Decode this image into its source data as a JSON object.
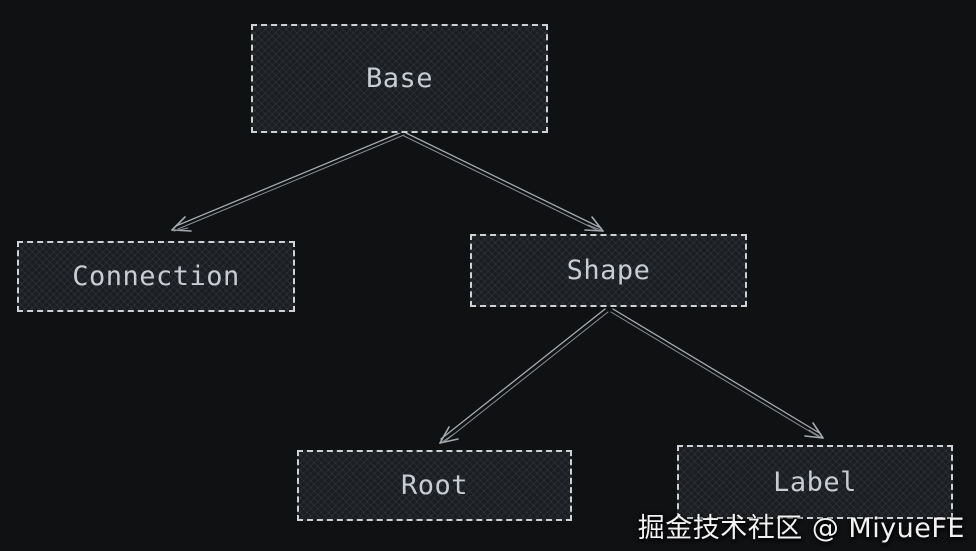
{
  "diagram": {
    "nodes": {
      "base": {
        "label": "Base"
      },
      "connection": {
        "label": "Connection"
      },
      "shape": {
        "label": "Shape"
      },
      "root": {
        "label": "Root"
      },
      "label": {
        "label": "Label"
      }
    },
    "edges": [
      {
        "from": "Base",
        "to": "Connection"
      },
      {
        "from": "Base",
        "to": "Shape"
      },
      {
        "from": "Shape",
        "to": "Root"
      },
      {
        "from": "Shape",
        "to": "Label"
      }
    ]
  },
  "watermark": {
    "text": "掘金技术社区 @ MiyueFE"
  },
  "colors": {
    "background": "#101113",
    "node_fill": "#1b1e22",
    "node_border": "#cfd2d4",
    "node_text": "#c7cdd3",
    "arrow": "#a6abb0",
    "watermark_text": "#f2f2f2"
  }
}
